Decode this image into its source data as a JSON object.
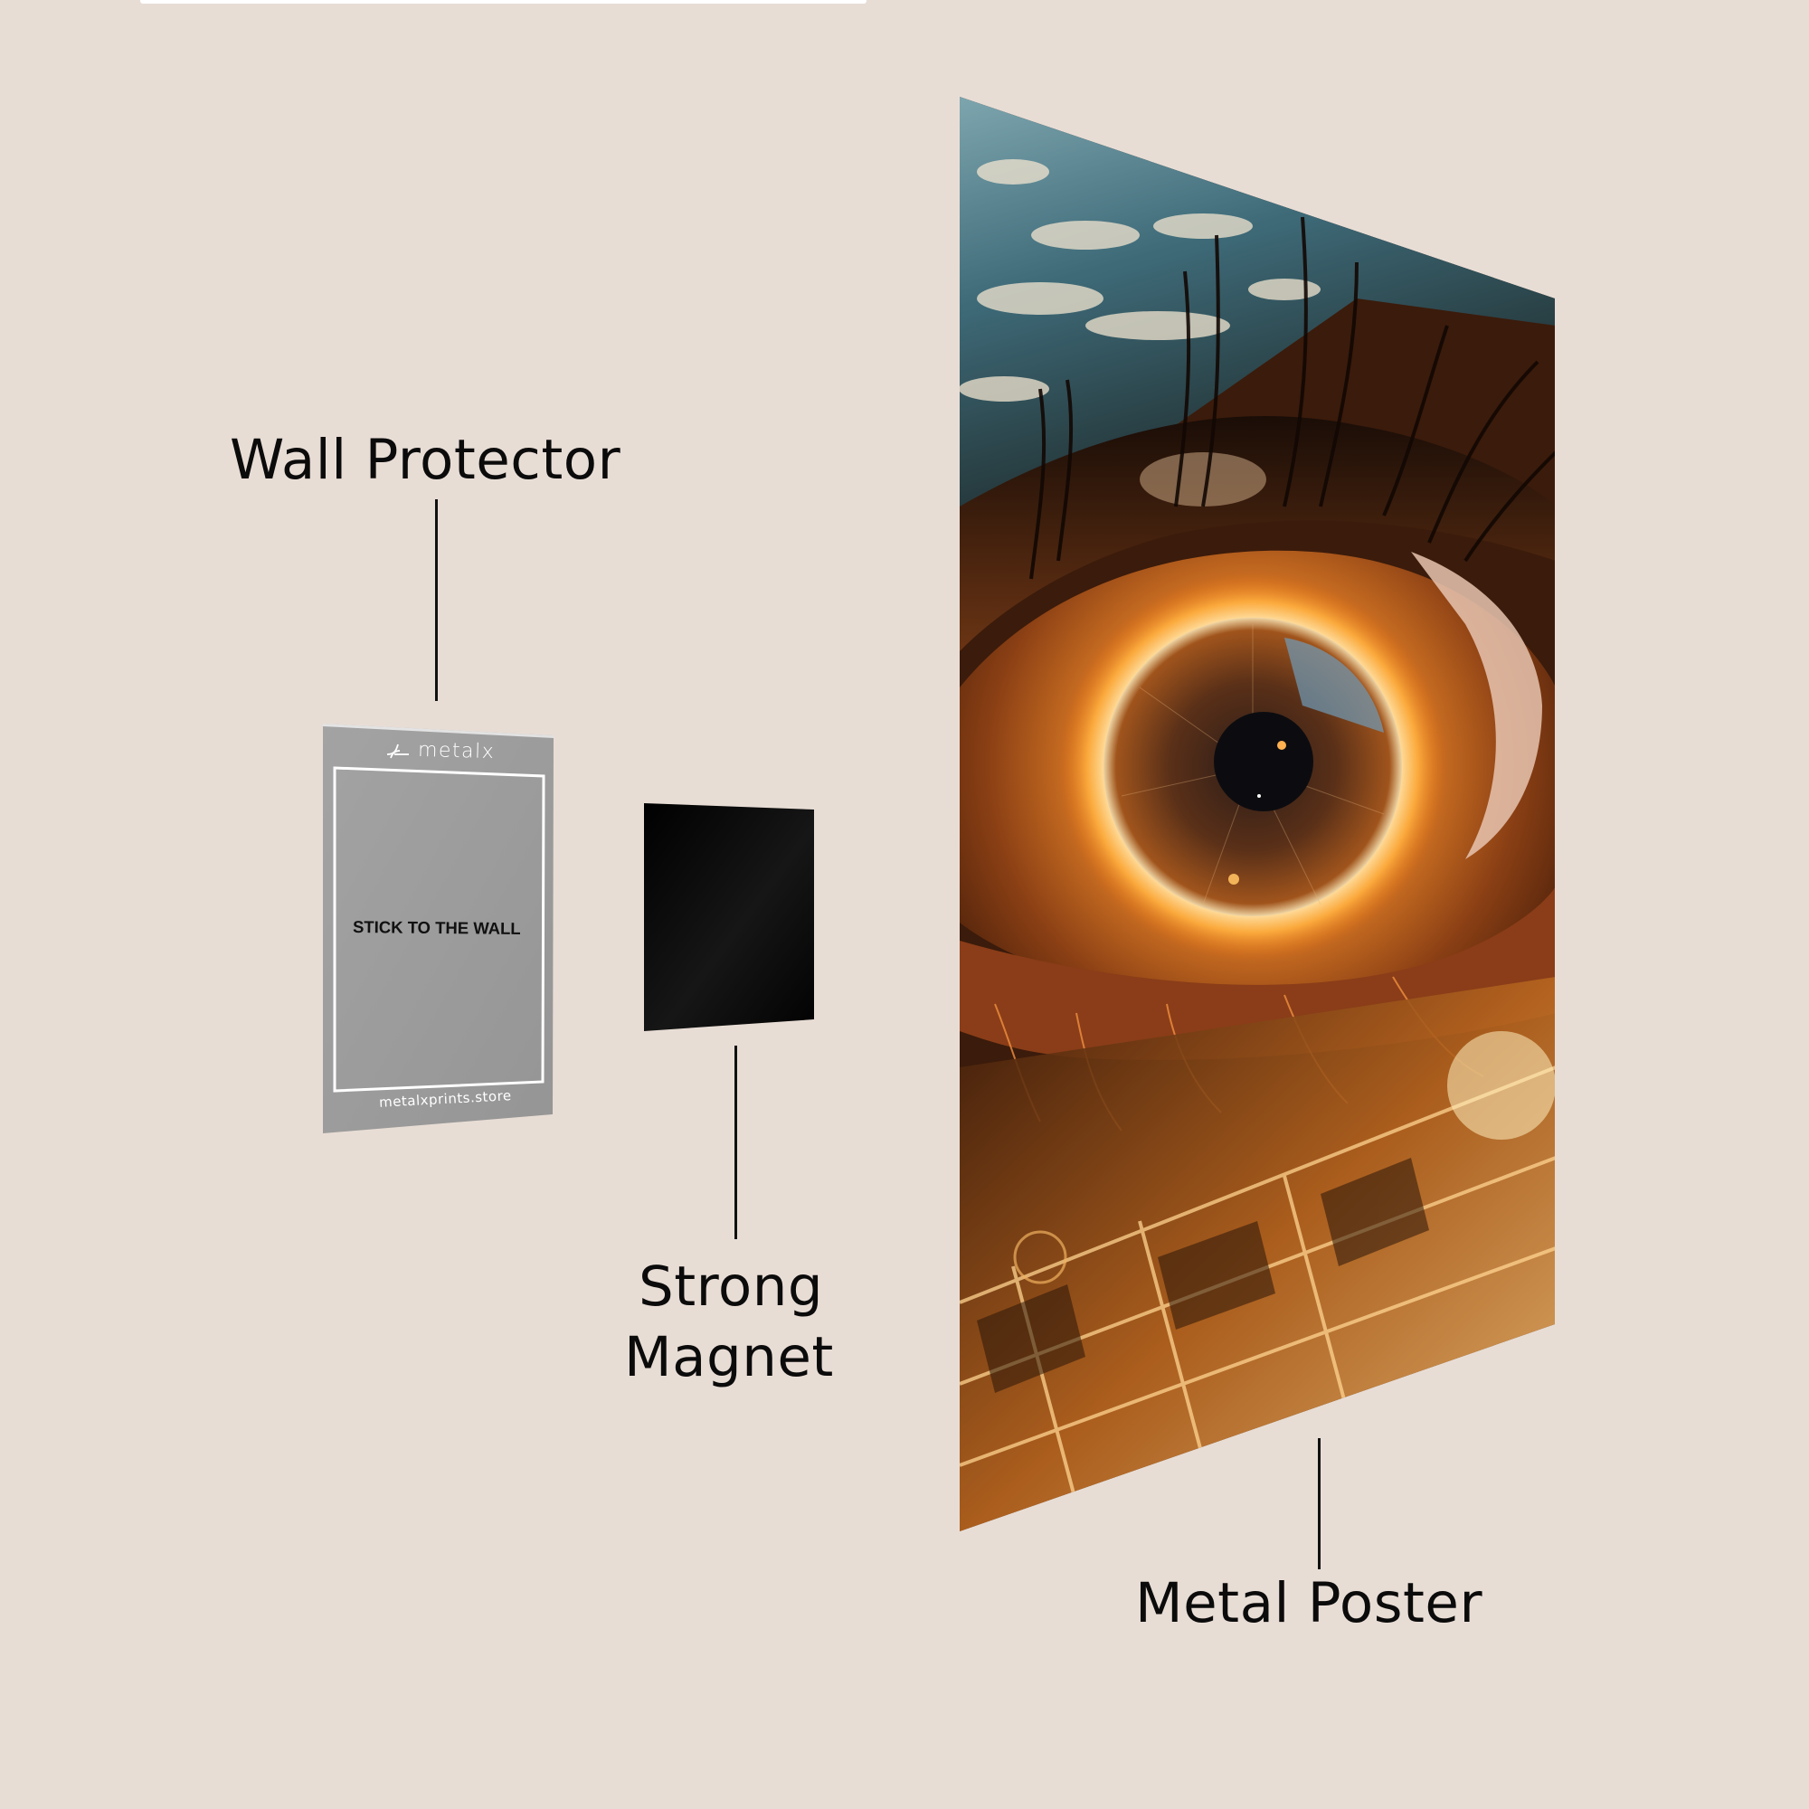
{
  "labels": {
    "wall_protector": "Wall Protector",
    "strong_magnet_line1": "Strong",
    "strong_magnet_line2": "Magnet",
    "metal_poster": "Metal Poster"
  },
  "wall_protector": {
    "brand": "metalx",
    "brand_icon": "metalx-logo-icon",
    "instruction": "STICK TO THE WALL",
    "website": "metalxprints.store"
  },
  "colors": {
    "background": "#e8ddd5",
    "protector_gray": "#9a9a9a",
    "magnet_black": "#050505",
    "text": "#0b0b0b",
    "accent_orange": "#e07a1c"
  }
}
